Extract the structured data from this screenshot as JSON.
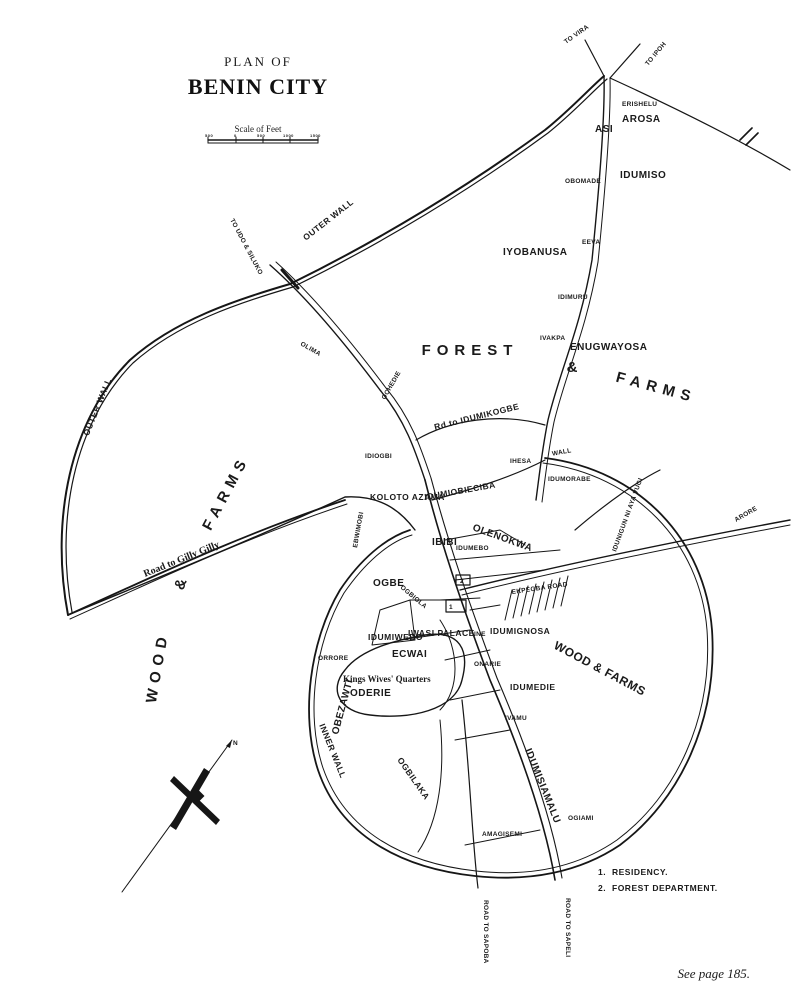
{
  "title": {
    "line1": "PLAN OF",
    "line2": "BENIN CITY"
  },
  "scale": {
    "label": "Scale of Feet",
    "ticks": [
      "500",
      "0",
      "500",
      "1000",
      "1500"
    ]
  },
  "walls": {
    "outer_wall_1": "OUTER WALL",
    "outer_wall_2": "OUTER WALL",
    "inner_wall": "INNER WALL",
    "wall_short": "WALL"
  },
  "regions": {
    "forest_and_farms_a": "FOREST",
    "forest_and_farms_b": "&",
    "forest_and_farms_c": "FARMS",
    "wood_and_farms_left_a": "WOOD",
    "wood_and_farms_left_b": "&",
    "wood_and_farms_left_c": "FARMS",
    "wood_and_farms_right": "WOOD & FARMS"
  },
  "places": {
    "asi": "ASI",
    "arosa": "AROSA",
    "erishelu": "ERISHELU",
    "obomade": "OBOMADE",
    "idumiso": "IDUMISO",
    "eeva": "EEVA",
    "iyobanusa": "IYOBANUSA",
    "idimuru": "IDIMURU",
    "ivakpa": "IVAKPA",
    "enugwayosa": "ENUGWAYOSA",
    "olima": "OLIMA",
    "ochedie": "OCHEDIE",
    "idiogbi": "IDIOGBI",
    "koloto_azama": "KOLOTO AZAMA",
    "idumiobieciba": "IDUMIOBIECIBA",
    "ihesa": "IHESA",
    "idumorabe": "IDUMORABE",
    "ebwimobi": "EBWIMOBI",
    "ibibi": "IBIBI",
    "olenokwa": "OLENOKWA",
    "idumebo": "IDUMEBO",
    "idunigun_ni_aya_vugi": "IDUNIGUN NI AYA VUGI",
    "ogbe": "OGBE",
    "ogbiola": "OGBIOLA",
    "ekpegba_road": "EKPEGBA ROAD",
    "idumiwebo": "IDUMIWEBO",
    "lwasi_palace": "IWASI PALACE",
    "ine": "INE",
    "idumignosa": "IDUMIGNOSA",
    "ecwai": "ECWAI",
    "orrore": "ORRORE",
    "kings_wives_quarters": "Kings Wives' Quarters",
    "oderie": "ODERIE",
    "idumedie": "IDUMEDIE",
    "onarie": "ONARIE",
    "ivamu": "IVAMU",
    "obezawti": "OBEZAWTI",
    "ogbilaka": "OGBILAKA",
    "idumisiamalu": "IDUMISIAMALU",
    "ogiami": "OGIAMI",
    "amagisemi": "AMAGISEMI"
  },
  "roads": {
    "to_vira": "TO VIRA",
    "to_ipoh": "TO IPOH",
    "udo_and_siluko": "TO UDO & SILUKO",
    "rd_to_idumikogbe": "Rd to IDUMIKOGBE",
    "road_to_gilly_gilly": "Road to Gilly Gilly",
    "to_arore": "ARORE",
    "road_to_sapoba": "ROAD TO SAPOBA",
    "road_to_sapeli": "ROAD TO SAPELI"
  },
  "legend": {
    "items": [
      {
        "num": "1.",
        "label": "RESIDENCY."
      },
      {
        "num": "2.",
        "label": "FOREST DEPARTMENT."
      }
    ]
  },
  "map_markers": {
    "m1": "1",
    "m2": "2"
  },
  "compass": {
    "north": "N"
  },
  "page_ref": "See page 185."
}
